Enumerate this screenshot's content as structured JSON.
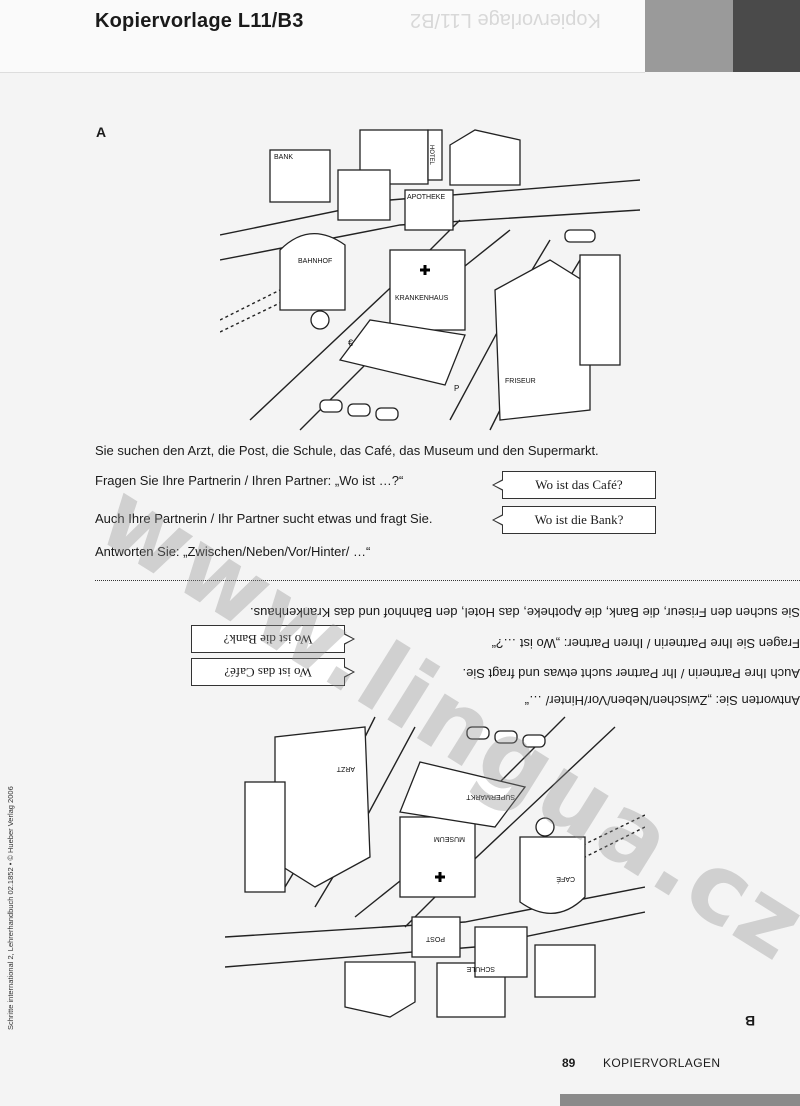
{
  "header": {
    "title": "Kopiervorlage L11/B3",
    "ghost_text": "Kopiervorlage L11/B2"
  },
  "section_a": {
    "label": "A",
    "map_labels": [
      "BANK",
      "HOTEL",
      "APOTHEKE",
      "BAHNHOF",
      "KRANKENHAUS",
      "FRISEUR",
      "€",
      "P"
    ],
    "instruction_1": "Sie suchen den Arzt, die Post, die Schule, das Café, das Museum und den Supermarkt.",
    "instruction_2": "Fragen Sie Ihre Partnerin / Ihren Partner: „Wo ist …?“",
    "instruction_3": "Auch Ihre Partnerin / Ihr Partner sucht etwas und fragt Sie.",
    "instruction_4": "Antworten Sie: „Zwischen/Neben/Vor/Hinter/ …“",
    "bubble_1": "Wo ist das Café?",
    "bubble_2": "Wo ist die Bank?"
  },
  "section_b": {
    "label": "B",
    "map_labels": [
      "SUPERMARKT",
      "ARZT",
      "CAFÉ",
      "MUSEUM",
      "POST",
      "SCHULE"
    ],
    "instruction_1": "Sie suchen den Friseur, die Bank, die Apotheke, das Hotel, den Bahnhof und das Krankenhaus.",
    "instruction_2": "Fragen Sie Ihre Partnerin / Ihren Partner: „Wo ist …?“",
    "instruction_3": "Auch Ihre Partnerin / Ihr Partner sucht etwas und fragt Sie.",
    "instruction_4": "Antworten Sie: „Zwischen/Neben/Vor/Hinter/ …“",
    "bubble_1": "Wo ist die Bank?",
    "bubble_2": "Wo ist das Café?"
  },
  "sidebar_credit": "Schritte international 2, Lehrerhandbuch 02.1852 • © Hueber Verlag 2006",
  "footer": {
    "page_number": "89",
    "section": "KOPIERVORLAGEN"
  },
  "watermark": "www.lingua.cz"
}
